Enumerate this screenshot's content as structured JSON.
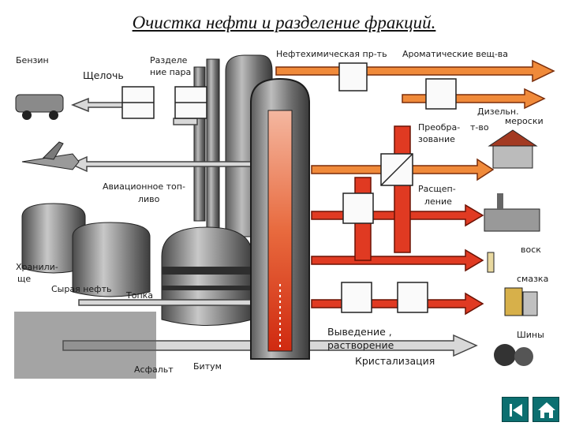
{
  "page": {
    "title": "Очистка нефти и разделение фракций."
  },
  "labels": {
    "benzin": "Бензин",
    "shcheloch": "Щелочь",
    "razdelenie_1": "Разделе",
    "razdelenie_2": "ние пара",
    "neftekhim": "Нефтехимическая пр-ть",
    "aromat": "Ароматические вещ-ва",
    "dizeln": "Дизельн.",
    "moroski": "мероски",
    "preobraz_1": "Преобра-",
    "preobraz_2": "зование",
    "tvo": "т-во",
    "aviac_1": "Авиационное топ-",
    "aviac_2": "ливо",
    "rassh_1": "Расщеп-",
    "rassh_2": "ление",
    "khranil_1": "Хранили-",
    "khranil_2": "ще",
    "syraya": "Сырая нефть",
    "topka": "Топка",
    "vosk": "воск",
    "smazka": "смазка",
    "viyed_1": "Выведение ,",
    "viyed_2": "растворение",
    "kristal": "Кристализация",
    "shiny": "Шины",
    "asfalt": "Асфальт",
    "bitum": "Битум"
  },
  "nav": {
    "back_icon": "skip-back-icon",
    "home_icon": "home-icon",
    "button_color": "#0c6f70"
  },
  "colors": {
    "pipe_red": "#e03a22",
    "pipe_orange": "#f08a3a",
    "pipe_gray": "#9a9a9a",
    "column_red": "#d8432b"
  }
}
